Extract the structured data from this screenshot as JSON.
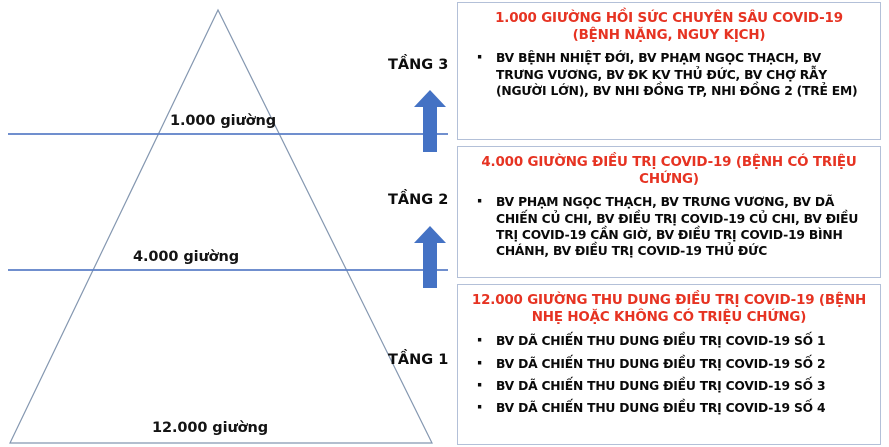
{
  "colors": {
    "title_red": "#e63322",
    "arrow_blue": "#4472c4",
    "line_blue": "#5b7fc7",
    "triangle_outline": "#8497b0",
    "box_border": "#b3c0d8",
    "body_text": "#0a0a0a"
  },
  "pyramid": {
    "bed_labels": [
      {
        "id": "label-1000",
        "text": "1.000 giường"
      },
      {
        "id": "label-4000",
        "text": "4.000 giường"
      },
      {
        "id": "label-12000",
        "text": "12.000 giường"
      }
    ],
    "tier_labels": [
      {
        "id": "tier-3",
        "text": "TẦNG 3"
      },
      {
        "id": "tier-2",
        "text": "TẦNG 2"
      },
      {
        "id": "tier-1",
        "text": "TẦNG 1"
      }
    ]
  },
  "boxes": [
    {
      "title": "1.000 GIƯỜNG HỒI SỨC CHUYÊN SÂU COVID-19 (BỆNH NẶNG, NGUY KỊCH)",
      "items": [
        "BV BỆNH NHIỆT ĐỚI, BV PHẠM NGỌC THẠCH, BV TRƯNG VƯƠNG, BV ĐK KV THỦ ĐỨC, BV CHỢ RẪY (NGƯỜI LỚN), BV NHI ĐỒNG TP, NHI ĐỒNG 2 (TRẺ EM)"
      ]
    },
    {
      "title": "4.000 GIƯỜNG ĐIỀU TRỊ COVID-19 (BỆNH CÓ TRIỆU CHỨNG)",
      "items": [
        "BV PHẠM NGỌC THẠCH, BV TRƯNG VƯƠNG, BV DÃ CHIẾN CỦ CHI, BV ĐIỀU TRỊ COVID-19 CỦ CHI, BV ĐIỀU TRỊ COVID-19 CẦN GIỜ, BV ĐIỀU TRỊ COVID-19 BÌNH CHÁNH, BV ĐIỀU TRỊ COVID-19 THỦ ĐỨC"
      ]
    },
    {
      "title": "12.000 GIƯỜNG THU DUNG ĐIỀU TRỊ COVID-19 (BỆNH NHẸ HOẶC KHÔNG CÓ TRIỆU CHỨNG)",
      "items": [
        "BV DÃ CHIẾN THU DUNG ĐIỀU TRỊ COVID-19 SỐ 1",
        "BV DÃ CHIẾN THU DUNG ĐIỀU TRỊ COVID-19 SỐ 2",
        "BV DÃ CHIẾN THU DUNG ĐIỀU TRỊ COVID-19 SỐ 3",
        "BV DÃ CHIẾN THU DUNG ĐIỀU TRỊ COVID-19 SỐ 4"
      ]
    }
  ],
  "icons": {
    "arrow_up_3": "arrow-up-icon",
    "arrow_up_2": "arrow-up-icon"
  }
}
